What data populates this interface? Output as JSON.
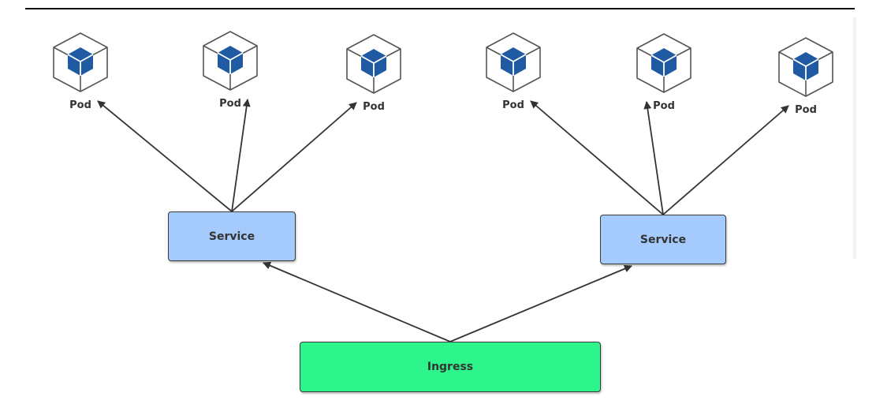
{
  "colors": {
    "service_fill": "#a4cbfc",
    "ingress_fill": "#2ef58b",
    "pod_cube": "#1f5aa3",
    "arrow": "#333333"
  },
  "pods": [
    {
      "label": "Pod",
      "icon": "kubernetes-pod-cube-icon"
    },
    {
      "label": "Pod",
      "icon": "kubernetes-pod-cube-icon"
    },
    {
      "label": "Pod",
      "icon": "kubernetes-pod-cube-icon"
    },
    {
      "label": "Pod",
      "icon": "kubernetes-pod-cube-icon"
    },
    {
      "label": "Pod",
      "icon": "kubernetes-pod-cube-icon"
    },
    {
      "label": "Pod",
      "icon": "kubernetes-pod-cube-icon"
    }
  ],
  "services": [
    {
      "label": "Service"
    },
    {
      "label": "Service"
    }
  ],
  "ingress": {
    "label": "Ingress"
  },
  "edges": [
    {
      "from": "ingress",
      "to": "service-1"
    },
    {
      "from": "ingress",
      "to": "service-2"
    },
    {
      "from": "service-1",
      "to": "pod-1"
    },
    {
      "from": "service-1",
      "to": "pod-2"
    },
    {
      "from": "service-1",
      "to": "pod-3"
    },
    {
      "from": "service-2",
      "to": "pod-4"
    },
    {
      "from": "service-2",
      "to": "pod-5"
    },
    {
      "from": "service-2",
      "to": "pod-6"
    }
  ]
}
